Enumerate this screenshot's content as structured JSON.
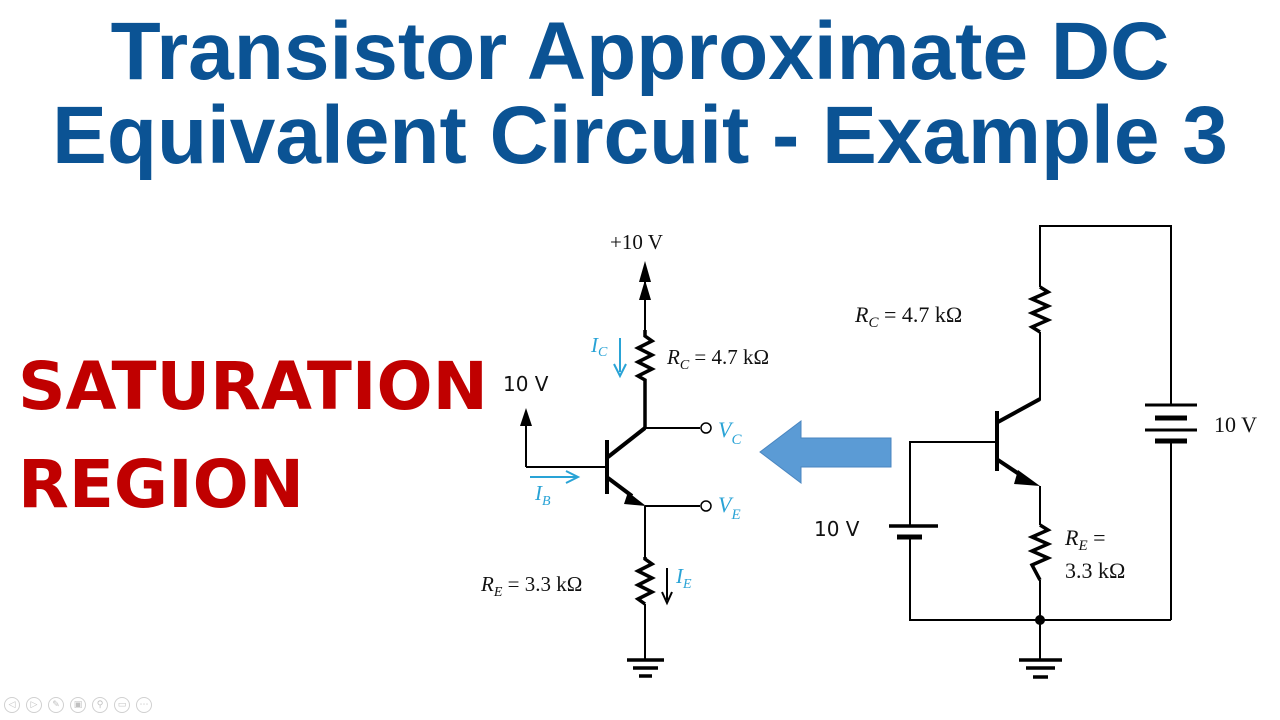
{
  "slide": {
    "title_line1": "Transistor Approximate DC",
    "title_line2": "Equivalent Circuit - Example 3",
    "region_line1": "SATURATION",
    "region_line2": "REGION",
    "colors": {
      "title": "#0b5394",
      "region": "#c00000",
      "annotation": "#29a3d6",
      "arrow": "#5b9bd5"
    }
  },
  "left_circuit": {
    "supply_label": "+10 V",
    "base_supply_label": "10 V",
    "rc_label": "R",
    "rc_sub": "C",
    "rc_value": " = 4.7 kΩ",
    "re_label": "R",
    "re_sub": "E",
    "re_value": " = 3.3 kΩ",
    "ic_label": "I",
    "ic_sub": "C",
    "ib_label": "I",
    "ib_sub": "B",
    "ie_label": "I",
    "ie_sub": "E",
    "vc_label": "V",
    "vc_sub": "C",
    "ve_label": "V",
    "ve_sub": "E"
  },
  "right_circuit": {
    "rc_label": "R",
    "rc_sub": "C",
    "rc_value": " = 4.7 kΩ",
    "re_label": "R",
    "re_sub": "E",
    "re_eq": " =",
    "re_value": "3.3 kΩ",
    "vcc_label": "10 V",
    "vbb_label": "10 V"
  },
  "nav_controls": [
    {
      "name": "previous",
      "glyph": "◁"
    },
    {
      "name": "next",
      "glyph": "▷"
    },
    {
      "name": "pen",
      "glyph": "✎"
    },
    {
      "name": "slides",
      "glyph": "▣"
    },
    {
      "name": "zoom",
      "glyph": "⚲"
    },
    {
      "name": "subtitles",
      "glyph": "▭"
    },
    {
      "name": "more",
      "glyph": "⋯"
    }
  ]
}
